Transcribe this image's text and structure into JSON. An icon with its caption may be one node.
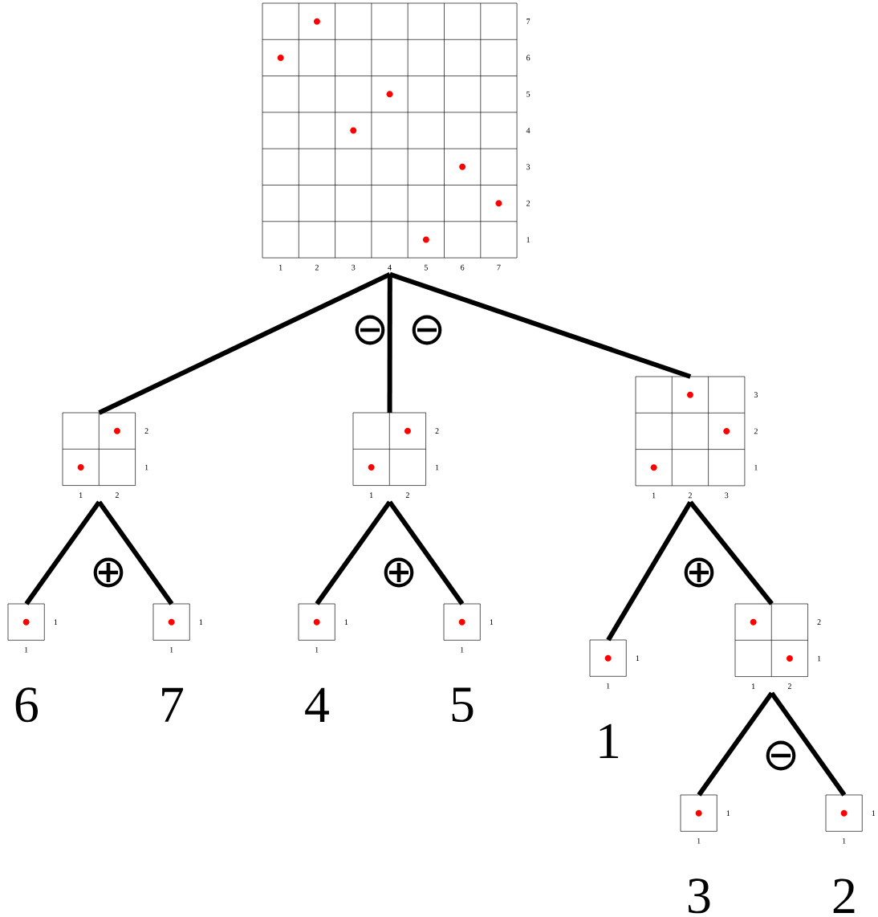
{
  "diagram": {
    "nodes": [
      {
        "text": [
          "7",
          "6",
          "5",
          "4",
          "3",
          "2",
          "1",
          "1",
          "2",
          "3",
          "4",
          "5",
          "6",
          "7"
        ]
      },
      {
        "text": [
          "2",
          "1",
          "1",
          "2"
        ]
      },
      {
        "text": [
          "2",
          "1",
          "1",
          "2"
        ]
      },
      {
        "text": [
          "3",
          "2",
          "1",
          "1",
          "2",
          "3"
        ]
      },
      {
        "text": [
          "1",
          "1"
        ],
        "beside": [
          "6"
        ]
      },
      {
        "text": [
          "1",
          "1"
        ],
        "beside": [
          "7"
        ]
      },
      {
        "text": [
          "1",
          "1"
        ],
        "beside": [
          "4"
        ]
      },
      {
        "text": [
          "1",
          "1"
        ],
        "beside": [
          "5"
        ]
      },
      {
        "text": [
          "1",
          "1"
        ],
        "beside": [
          "1"
        ]
      },
      {
        "text": [
          "2",
          "1",
          "1",
          "2"
        ]
      },
      {
        "text": [
          "1",
          "1"
        ],
        "beside": [
          "3"
        ]
      },
      {
        "text": [
          "1",
          "1"
        ],
        "beside": [
          "2"
        ]
      }
    ],
    "edges": [
      {
        "from": 0,
        "to": 1,
        "arrow": "none"
      },
      {
        "from": 0,
        "to": 2,
        "arrow": "none"
      },
      {
        "from": 0,
        "to": 3,
        "arrow": "none"
      },
      {
        "from": 1,
        "to": 4,
        "arrow": "none"
      },
      {
        "from": 1,
        "to": 5,
        "arrow": "none"
      },
      {
        "from": 2,
        "to": 6,
        "arrow": "none"
      },
      {
        "from": 2,
        "to": 7,
        "arrow": "none"
      },
      {
        "from": 3,
        "to": 8,
        "arrow": "none"
      },
      {
        "from": 3,
        "to": 9,
        "arrow": "none"
      },
      {
        "from": 9,
        "to": 10,
        "arrow": "none"
      },
      {
        "from": 9,
        "to": 11,
        "arrow": "none"
      }
    ],
    "labels": [
      "⊖",
      "⊖",
      "⊕",
      "⊕",
      "⊕",
      "⊖"
    ]
  }
}
